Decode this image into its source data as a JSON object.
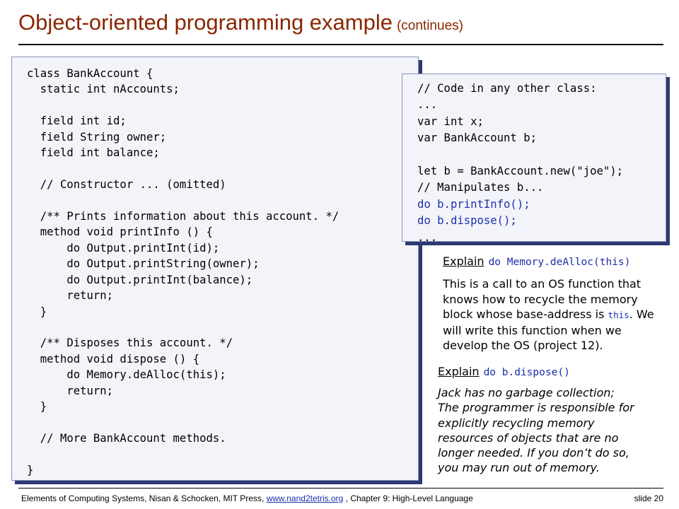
{
  "title": {
    "main": "Object-oriented programming example",
    "sub": "(continues)"
  },
  "main_code": [
    {
      "text": "class BankAccount {"
    },
    {
      "text": "  static int nAccounts;"
    },
    {
      "text": ""
    },
    {
      "text": "  field int id;"
    },
    {
      "text": "  field String owner;"
    },
    {
      "text": "  field int balance;"
    },
    {
      "text": ""
    },
    {
      "text": "  // Constructor ... (omitted)"
    },
    {
      "text": ""
    },
    {
      "text": "  /** Prints information about this account. */"
    },
    {
      "text": "  method void printInfo () {"
    },
    {
      "text": "      do Output.printInt(id);"
    },
    {
      "text": "      do Output.printString(owner);"
    },
    {
      "text": "      do Output.printInt(balance);"
    },
    {
      "text": "      return;"
    },
    {
      "text": "  }"
    },
    {
      "text": ""
    },
    {
      "text": "  /** Disposes this account. */"
    },
    {
      "text": "  method void dispose () {"
    },
    {
      "text": "      do Memory.deAlloc(this);"
    },
    {
      "text": "      return;"
    },
    {
      "text": "  }"
    },
    {
      "text": ""
    },
    {
      "text": "  // More BankAccount methods."
    },
    {
      "text": ""
    },
    {
      "text": "}"
    }
  ],
  "side_code": [
    {
      "text": "// Code in any other class:",
      "highlight": false
    },
    {
      "text": "...",
      "highlight": false
    },
    {
      "text": "var int x;",
      "highlight": false
    },
    {
      "text": "var BankAccount b;",
      "highlight": false
    },
    {
      "text": "",
      "highlight": false
    },
    {
      "text": "let b = BankAccount.new(\"joe\");",
      "highlight": false
    },
    {
      "text": "// Manipulates b...",
      "highlight": false
    },
    {
      "text": "do b.printInfo();",
      "highlight": true
    },
    {
      "text": "do b.dispose();",
      "highlight": true
    },
    {
      "text": "...",
      "highlight": false
    }
  ],
  "explain1": {
    "label": "Explain",
    "code": "do Memory.deAlloc(this)",
    "body_before": "This is a call to an OS function that knows how to recycle the memory block whose base-address is ",
    "body_code": "this",
    "body_after": ". We will write this function when we develop the OS (project 12)."
  },
  "explain2": {
    "label": "Explain",
    "code": "do b.dispose()",
    "lines": [
      "Jack has no garbage collection;",
      "The programmer is responsible for",
      "explicitly recycling memory",
      "resources of objects that are no",
      "longer needed.  If you don’t do so,",
      "you may run out of memory."
    ]
  },
  "footer": {
    "text_before": "Elements of Computing Systems, Nisan & Schocken, MIT Press, ",
    "link": "www.nand2tetris.org",
    "text_after": " , Chapter 9: High-Level Language",
    "slide": "slide 20"
  },
  "colors": {
    "title": "#8b2500",
    "code_highlight": "#1c2eab",
    "box_shadow": "#2c3a73"
  }
}
